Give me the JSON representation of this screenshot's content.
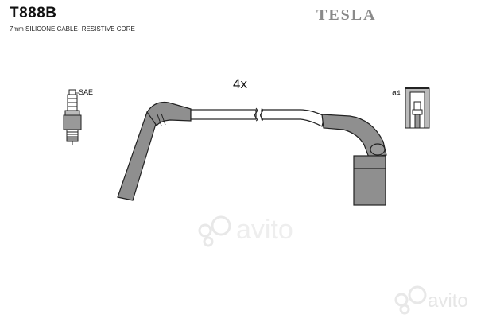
{
  "header": {
    "part_number": "T888B",
    "description": "7mm SILICONE CABLE- RESISTIVE CORE",
    "brand": "TESLA"
  },
  "diagram": {
    "quantity": "4x",
    "plug_type": "SAE",
    "terminal_diameter": "ø4"
  },
  "watermark": {
    "text": "avito",
    "color": "#e6e6e6"
  },
  "colors": {
    "cable": "#8f8f8f",
    "outline": "#222222"
  }
}
